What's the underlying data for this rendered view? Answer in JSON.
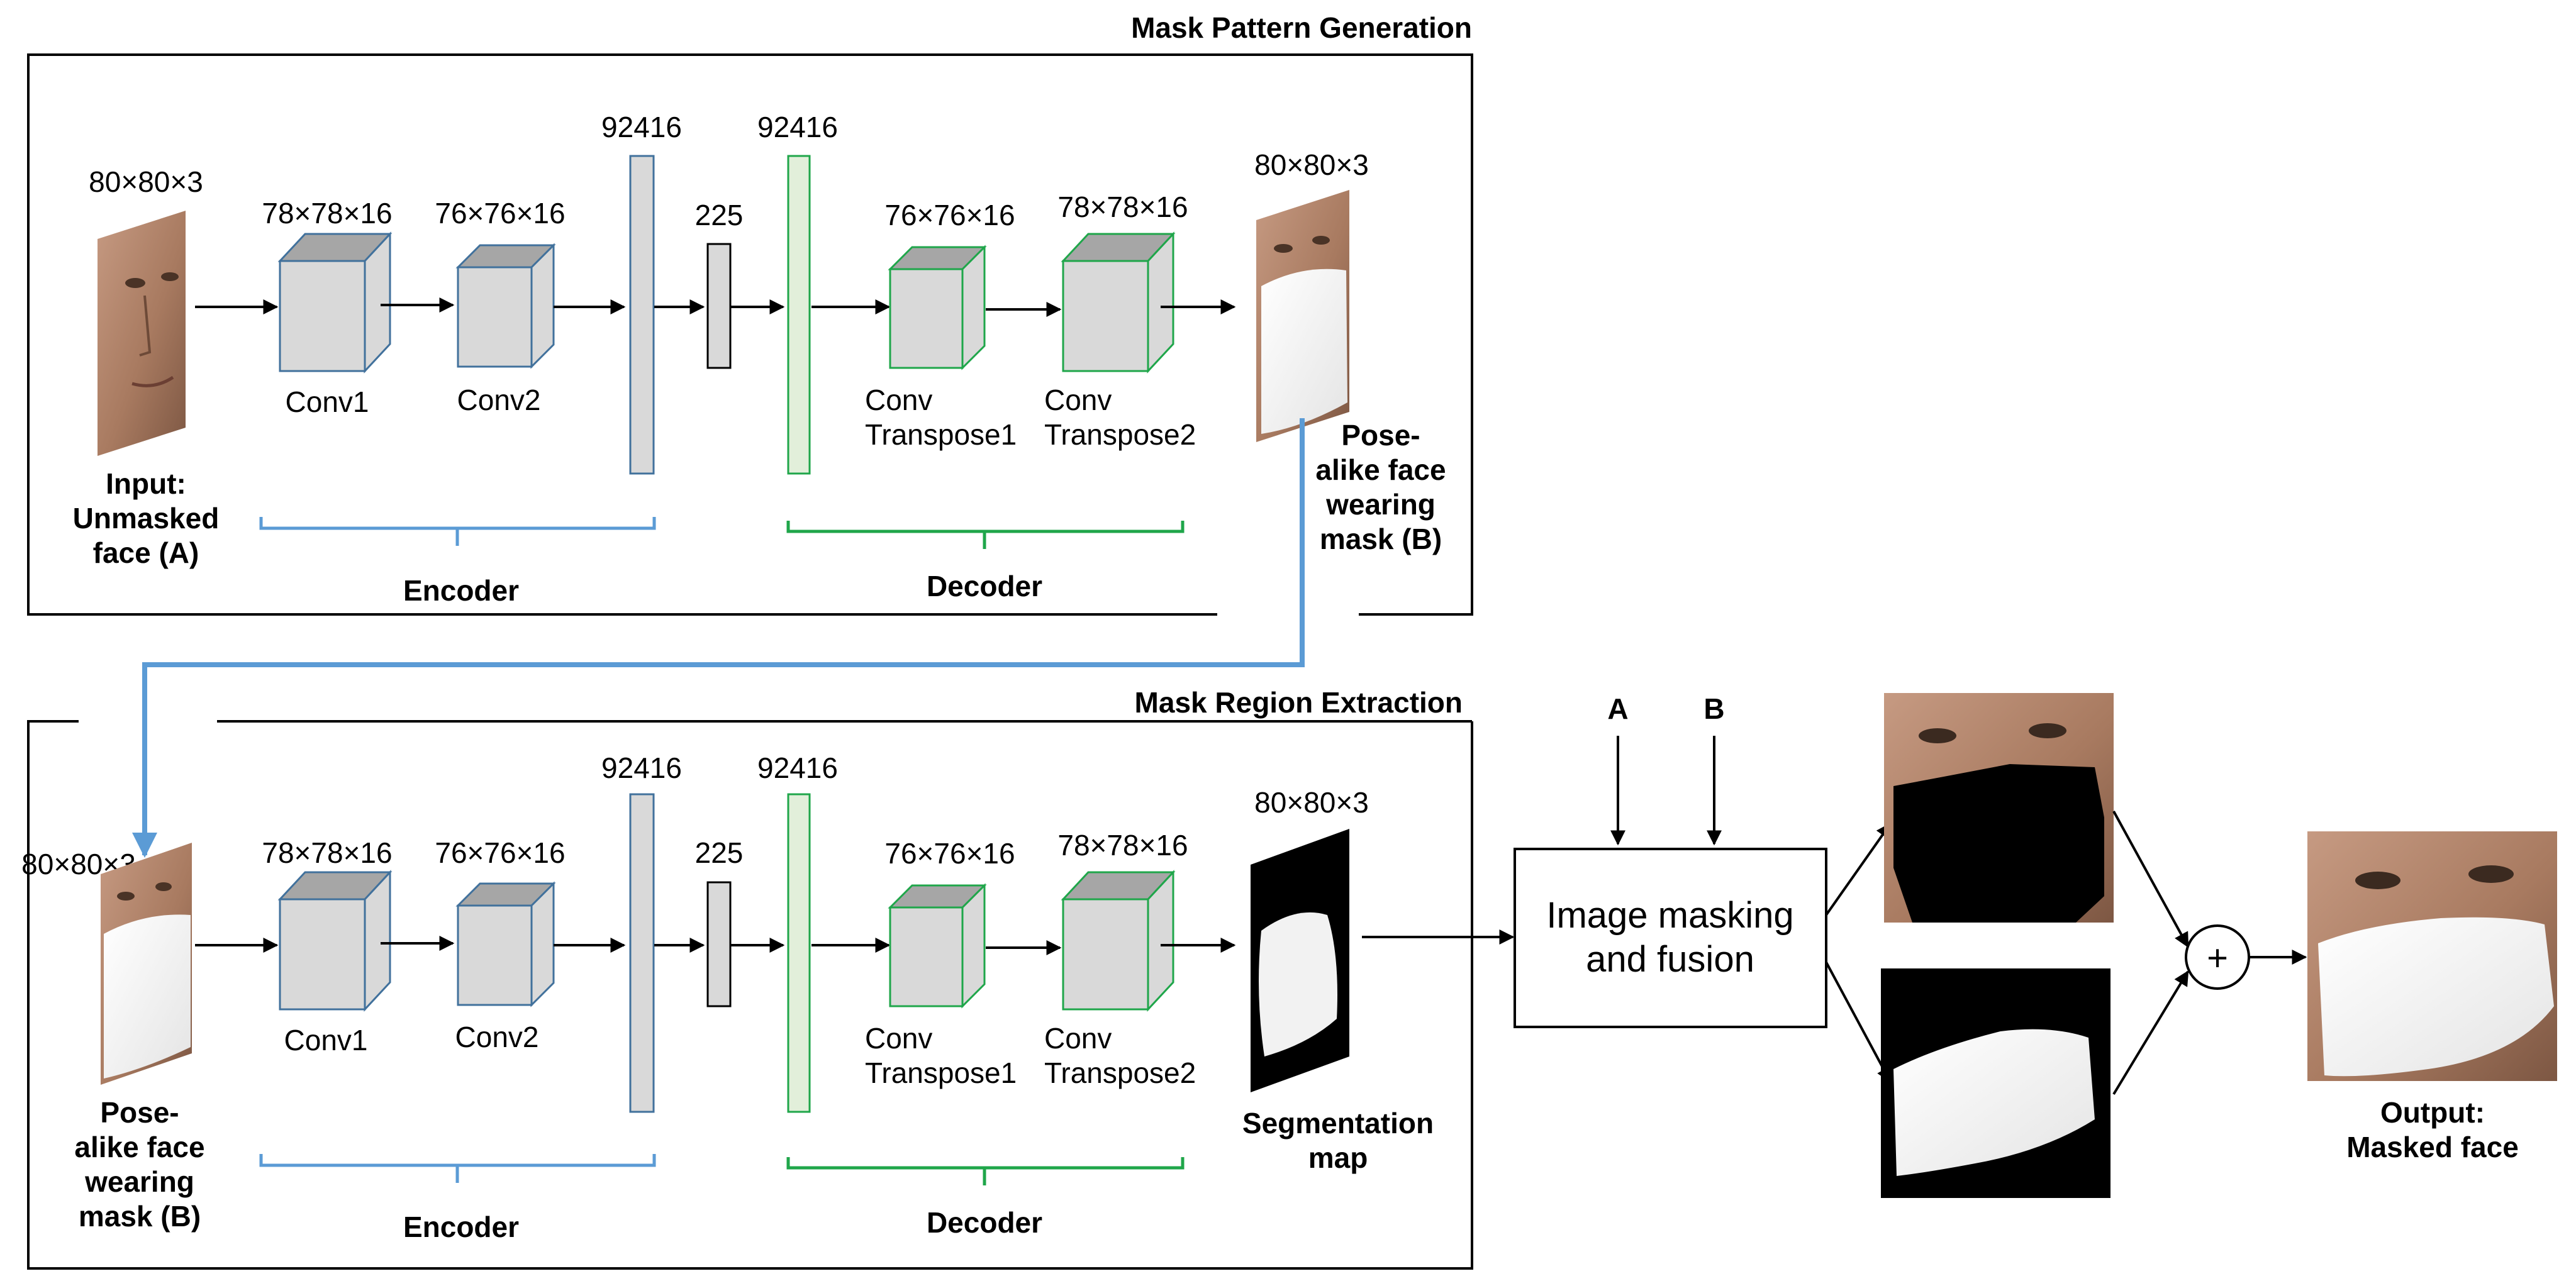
{
  "panels": {
    "top": {
      "title": "Mask Pattern Generation",
      "input_dim": "80×80×3",
      "input_label": [
        "Input:",
        "Unmasked",
        "face (A)"
      ],
      "output_dim": "80×80×3",
      "output_label": [
        "Pose-",
        "alike face",
        "wearing",
        "mask (B)"
      ]
    },
    "bottom": {
      "title": "Mask Region Extraction",
      "input_dim": "80×80×3",
      "input_label": [
        "Pose-",
        "alike face",
        "wearing",
        "mask (B)"
      ],
      "output_dim": "80×80×3",
      "output_label": [
        "Segmentation",
        "map"
      ]
    }
  },
  "network": {
    "conv1_dim": "78×78×16",
    "conv1_label": "Conv1",
    "conv2_dim": "76×76×16",
    "conv2_label": "Conv2",
    "flat1_dim": "92416",
    "bottleneck_dim": "225",
    "flat2_dim": "92416",
    "convt1_dim": "76×76×16",
    "convt1_label": [
      "Conv",
      "Transpose1"
    ],
    "convt2_dim": "78×78×16",
    "convt2_label": [
      "Conv",
      "Transpose2"
    ],
    "encoder_label": "Encoder",
    "decoder_label": "Decoder"
  },
  "fusion": {
    "input_a": "A",
    "input_b": "B",
    "box_label": [
      "Image masking",
      "and fusion"
    ],
    "plus_symbol": "+",
    "output_label": [
      "Output:",
      "Masked face"
    ]
  },
  "colors": {
    "encoder_blue": "#5b9bd5",
    "decoder_green": "#1fa64a",
    "cube_face": "#d9d9d9",
    "cube_top": "#a6a6a6",
    "cube_edge_blue": "#41719c",
    "cube_edge_green": "#1fa64a"
  }
}
